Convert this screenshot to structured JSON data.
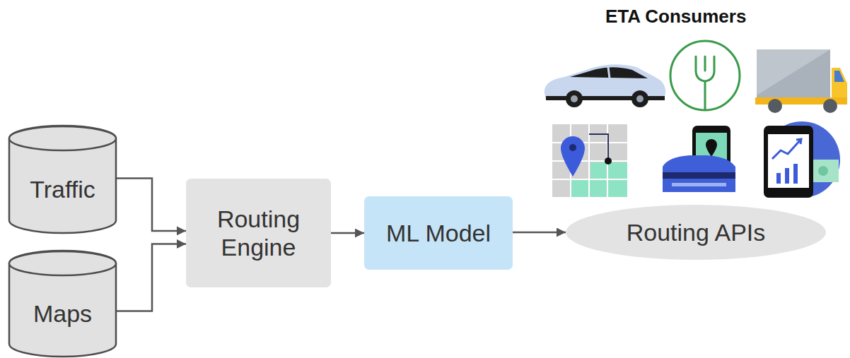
{
  "diagram": {
    "nodes": [
      {
        "text": [
          "Traffic"
        ]
      },
      {
        "text": [
          "Maps"
        ]
      },
      {
        "text": [
          "Routing Engine"
        ]
      },
      {
        "text": [
          "ML Model"
        ]
      },
      {
        "text": [
          "Routing APIs"
        ]
      }
    ],
    "edges": [
      {
        "from": 0,
        "to": 2,
        "arrow": "to"
      },
      {
        "from": 1,
        "to": 2,
        "arrow": "to"
      },
      {
        "from": 2,
        "to": 3,
        "arrow": "to"
      },
      {
        "from": 3,
        "to": 4,
        "arrow": "to"
      }
    ],
    "labels": [
      "ETA Consumers"
    ]
  }
}
